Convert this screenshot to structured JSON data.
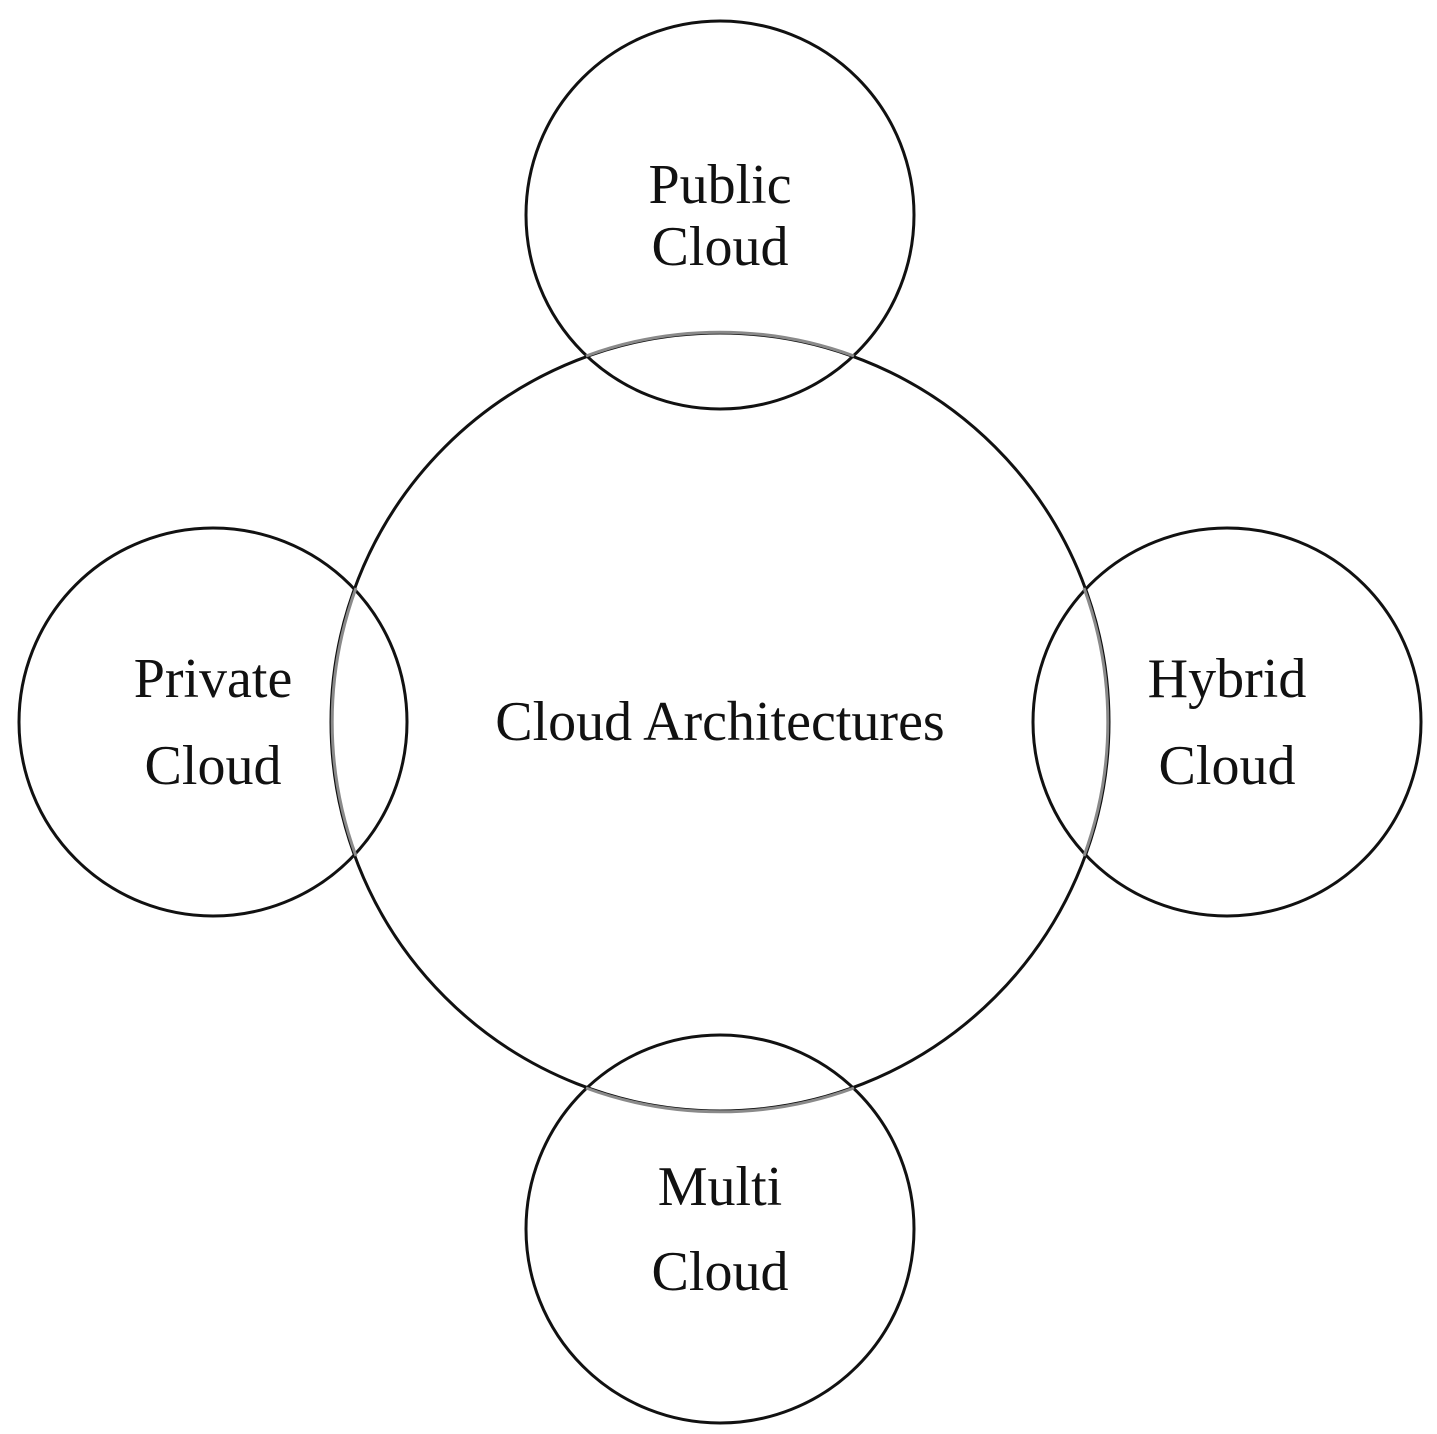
{
  "diagram": {
    "center": {
      "label": "Cloud Architectures"
    },
    "nodes": [
      {
        "id": "public",
        "lines": [
          "Public",
          "Cloud"
        ]
      },
      {
        "id": "private",
        "lines": [
          "Private",
          "Cloud"
        ]
      },
      {
        "id": "hybrid",
        "lines": [
          "Hybrid",
          "Cloud"
        ]
      },
      {
        "id": "multi",
        "lines": [
          "Multi",
          "Cloud"
        ]
      }
    ],
    "colors": {
      "stroke": "#111111",
      "overlap": "#8a8a8a",
      "background": "#ffffff"
    }
  }
}
